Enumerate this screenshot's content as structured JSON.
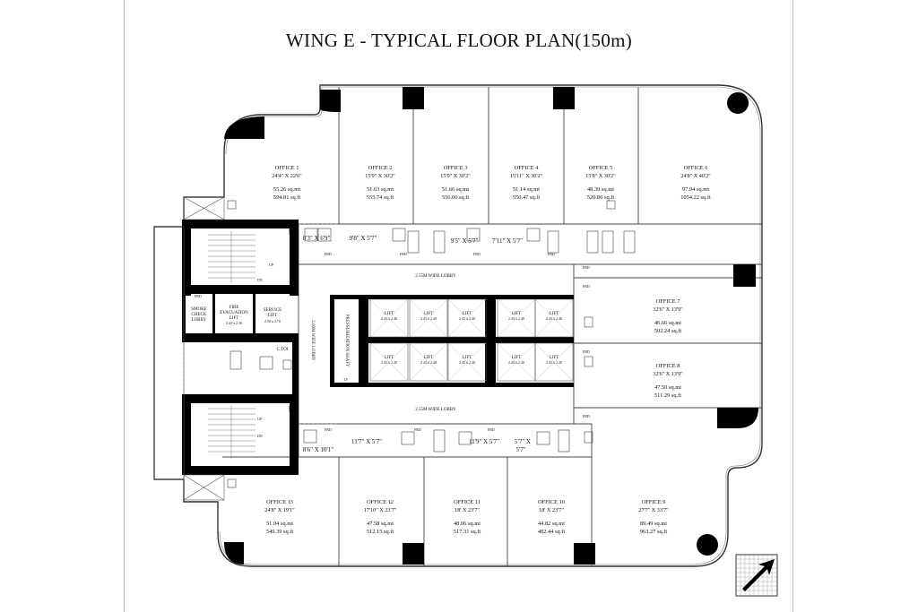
{
  "title": "WING E - TYPICAL FLOOR PLAN(150m)",
  "offices": [
    {
      "id": "office-1",
      "name": "OFFICE 1",
      "dims": "24'4\" X 22'6\"",
      "sqmt": "55.26 sq.mt",
      "sqft": "594.81 sq.ft"
    },
    {
      "id": "office-2",
      "name": "OFFICE 2",
      "dims": "15'9\" X 30'2\"",
      "sqmt": "51.63 sq.mt",
      "sqft": "555.74 sq.ft"
    },
    {
      "id": "office-3",
      "name": "OFFICE 3",
      "dims": "15'9\" X 30'2\"",
      "sqmt": "51.66 sq.mt",
      "sqft": "556.06 sq.ft"
    },
    {
      "id": "office-4",
      "name": "OFFICE 4",
      "dims": "15'11\" X 30'2\"",
      "sqmt": "51.14 sq.mt",
      "sqft": "550.47 sq.ft"
    },
    {
      "id": "office-5",
      "name": "OFFICE 5",
      "dims": "15'8\" X 30'2\"",
      "sqmt": "48.39 sq.mt",
      "sqft": "520.86 sq.ft"
    },
    {
      "id": "office-6",
      "name": "OFFICE 6",
      "dims": "24'8\" X 40'2\"",
      "sqmt": "97.94 sq.mt",
      "sqft": "1054.22 sq.ft"
    },
    {
      "id": "office-7",
      "name": "OFFICE 7",
      "dims": "32'6\" X 13'9\"",
      "sqmt": "46.66 sq.mt",
      "sqft": "502.24 sq.ft"
    },
    {
      "id": "office-8",
      "name": "OFFICE 8",
      "dims": "32'6\" X 13'9\"",
      "sqmt": "47.50 sq.mt",
      "sqft": "511.29 sq.ft"
    },
    {
      "id": "office-9",
      "name": "OFFICE 9",
      "dims": "27'7\" X 33'7\"",
      "sqmt": "89.49 sq.mt",
      "sqft": "963.27 sq.ft"
    },
    {
      "id": "office-10",
      "name": "OFFICE 10",
      "dims": "18' X 23'7\"",
      "sqmt": "44.82 sq.mt",
      "sqft": "482.44 sq.ft"
    },
    {
      "id": "office-11",
      "name": "OFFICE 11",
      "dims": "18' X 23'7\"",
      "sqmt": "48.06 sq.mt",
      "sqft": "517.31 sq.ft"
    },
    {
      "id": "office-12",
      "name": "OFFICE 12",
      "dims": "17'10\" X 23'7\"",
      "sqmt": "47.58 sq.mt",
      "sqft": "512.15 sq.ft"
    },
    {
      "id": "office-13",
      "name": "OFFICE 13",
      "dims": "24'8\" X 19'1\"",
      "sqmt": "51.04 sq.mt",
      "sqft": "549.39 sq.ft"
    }
  ],
  "toilets": {
    "top": [
      "8'3\" X 6'9\"",
      "9'8\" X 5'7\"",
      "9'5\" X 5'7\"",
      "7'11\" X 5'7\""
    ],
    "bottom": [
      "8'6\" X 10'1\"",
      "11'7\" X 5'7\"",
      "11'9\" X 5'7\"",
      "5'7\" X",
      "5'7\""
    ]
  },
  "lobby": {
    "top": "2.55M WIDE LOBBY",
    "bottom": "2.55M WIDE LOBBY",
    "vertical": "2.00M WIDE LOBBY"
  },
  "core": {
    "smoke": [
      "SMOKE",
      "CHECK",
      "LOBBY"
    ],
    "fire_lift": [
      "FIRE",
      "EVACUATION",
      "LIFT"
    ],
    "fire_lift_size": "2.42 x 2.30",
    "service_lift": [
      "SERVICE",
      "LIFT"
    ],
    "service_lift_size": "2.50 x 2.70",
    "ctoi": "C.TOI",
    "pressurization": "PRESSURIZATION SHAFT",
    "shaft_tag": "LV",
    "up": "UP",
    "dn": "DN"
  },
  "lifts": {
    "label": "LIFT",
    "size": "2.45 x 2.40",
    "count": 10
  },
  "frd": "FRD"
}
